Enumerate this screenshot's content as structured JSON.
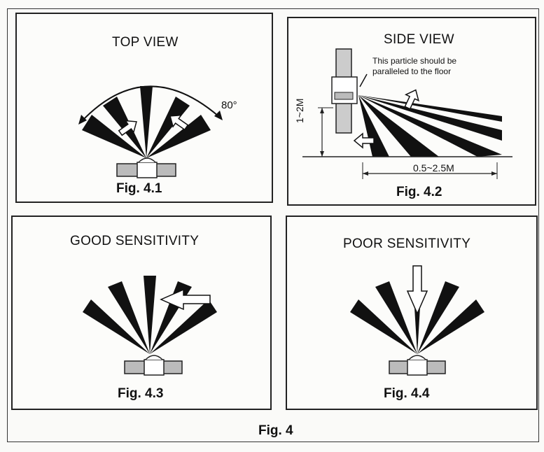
{
  "figure_caption": "Fig. 4",
  "panels": {
    "top_view": {
      "title": "TOP VIEW",
      "caption": "Fig. 4.1",
      "angle_label": "80°"
    },
    "side_view": {
      "title": "SIDE VIEW",
      "caption": "Fig. 4.2",
      "note_line1": "This particle should be",
      "note_line2": "paralleled to the floor",
      "height_label": "1~2M",
      "distance_label": "0.5~2.5M"
    },
    "good": {
      "title": "GOOD SENSITIVITY",
      "caption": "Fig. 4.3"
    },
    "poor": {
      "title": "POOR SENSITIVITY",
      "caption": "Fig. 4.4"
    }
  }
}
